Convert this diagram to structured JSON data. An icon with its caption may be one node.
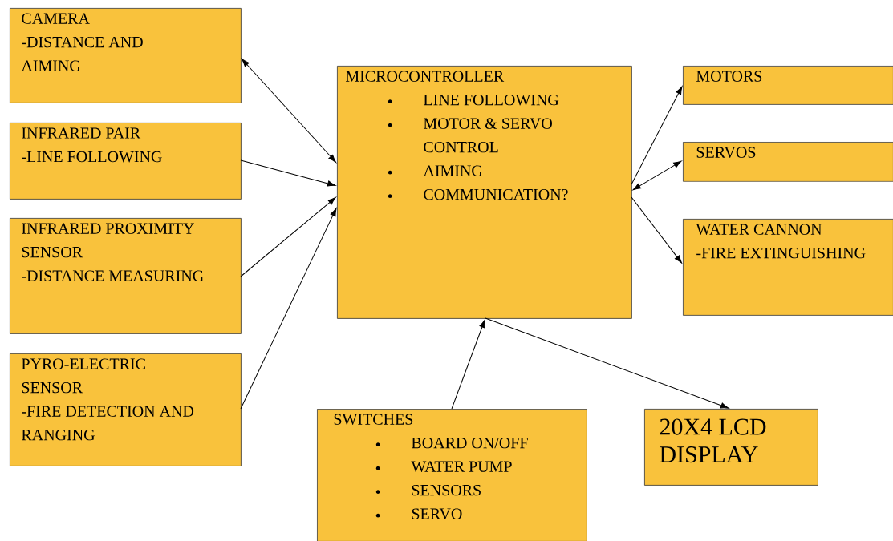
{
  "diagram": {
    "nodes": [
      {
        "text": [
          "CAMERA",
          "-DISTANCE AND AIMING"
        ]
      },
      {
        "text": [
          "INFRARED PAIR",
          "-LINE FOLLOWING"
        ]
      },
      {
        "text": [
          "INFRARED PROXIMITY SENSOR",
          "-DISTANCE MEASURING"
        ]
      },
      {
        "text": [
          "PYRO-ELECTRIC SENSOR",
          "-FIRE DETECTION AND RANGING"
        ]
      },
      {
        "text": [
          "MICROCONTROLLER",
          "LINE FOLLOWING",
          "MOTOR & SERVO CONTROL",
          "AIMING",
          "COMMUNICATION?"
        ]
      },
      {
        "text": [
          "MOTORS"
        ]
      },
      {
        "text": [
          "SERVOS"
        ]
      },
      {
        "text": [
          "WATER CANNON",
          "-FIRE EXTINGUISHING"
        ]
      },
      {
        "text": [
          "SWITCHES",
          "BOARD ON/OFF",
          "WATER PUMP",
          "SENSORS",
          "SERVO"
        ]
      },
      {
        "text": [
          "20X4 LCD DISPLAY"
        ]
      }
    ],
    "edges": [
      {
        "from": 0,
        "to": 4,
        "arrow": "both"
      },
      {
        "from": 1,
        "to": 4,
        "arrow": "to"
      },
      {
        "from": 2,
        "to": 4,
        "arrow": "to"
      },
      {
        "from": 3,
        "to": 4,
        "arrow": "to"
      },
      {
        "from": 4,
        "to": 5,
        "arrow": "to"
      },
      {
        "from": 4,
        "to": 6,
        "arrow": "both"
      },
      {
        "from": 4,
        "to": 7,
        "arrow": "to"
      },
      {
        "from": 8,
        "to": 4,
        "arrow": "to"
      },
      {
        "from": 4,
        "to": 9,
        "arrow": "to"
      }
    ]
  }
}
